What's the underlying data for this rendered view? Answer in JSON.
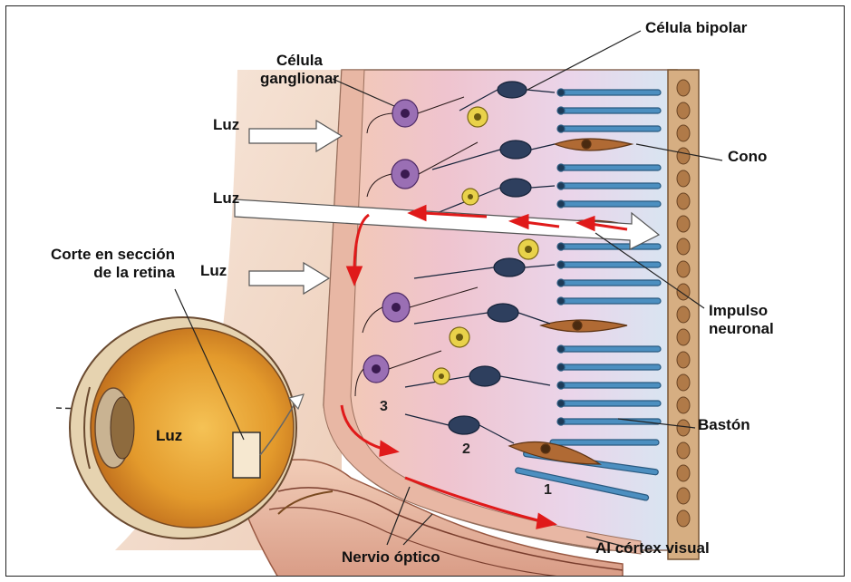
{
  "labels": {
    "ganglion_line1": "Célula",
    "ganglion_line2": "ganglionar",
    "bipolar": "Célula bipolar",
    "cone": "Cono",
    "light_1": "Luz",
    "light_2": "Luz",
    "light_3": "Luz",
    "light_eye": "Luz",
    "retina_section_line1": "Corte en sección",
    "retina_section_line2": "de la retina",
    "impulse_line1": "Impulso",
    "impulse_line2": "neuronal",
    "rod": "Bastón",
    "optic_nerve": "Nervio óptico",
    "visual_cortex": "Al córtex visual"
  },
  "layer_numbers": [
    "3",
    "2",
    "1"
  ],
  "colors": {
    "ganglion_cell": "#9a6fb4",
    "bipolar_cell": "#2e3f5e",
    "horizontal_cell": "#e9d24a",
    "rod": "#4c8fc0",
    "cone": "#b06a34",
    "impulse_arrow": "#e01a1a",
    "retina_tissue": "#efc8cc",
    "eyeball": "#e39a2c",
    "pigment_layer": "#c89a6a"
  }
}
